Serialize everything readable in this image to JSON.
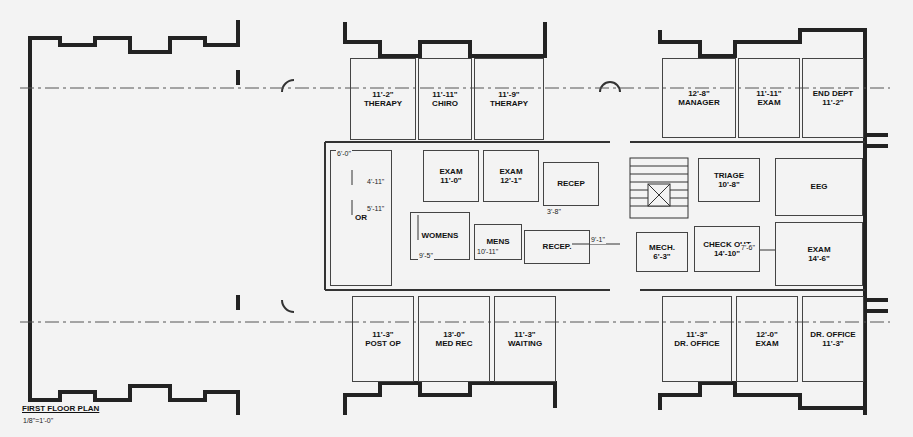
{
  "diagram": {
    "title": "FIRST FLOOR PLAN",
    "nodes": [
      {
        "text": [
          "11'-2\"",
          "THERAPY"
        ]
      },
      {
        "text": [
          "11'-11\"",
          "CHIRO"
        ]
      },
      {
        "text": [
          "11'-9\"",
          "THERAPY"
        ]
      },
      {
        "text": [
          "12'-8\"",
          "MANAGER"
        ]
      },
      {
        "text": [
          "11'-11\"",
          "EXAM"
        ]
      },
      {
        "text": [
          "END DEPT",
          "11'-2\""
        ]
      },
      {
        "text": [
          "EXAM",
          "11'-0\""
        ]
      },
      {
        "text": [
          "EXAM",
          "12'-1\""
        ]
      },
      {
        "text": [
          "RECEP"
        ]
      },
      {
        "text": [
          "TRIAGE",
          "10'-8\""
        ]
      },
      {
        "text": [
          "EEG"
        ]
      },
      {
        "text": [
          "OR"
        ]
      },
      {
        "text": [
          "WOMENS"
        ]
      },
      {
        "text": [
          "MENS"
        ]
      },
      {
        "text": [
          "RECEP."
        ]
      },
      {
        "text": [
          "MECH.",
          "6'-3\""
        ]
      },
      {
        "text": [
          "CHECK OUT",
          "14'-10\""
        ]
      },
      {
        "text": [
          "EXAM",
          "14'-6\""
        ]
      },
      {
        "text": [
          "11'-3\"",
          "POST OP"
        ]
      },
      {
        "text": [
          "13'-0\"",
          "MED REC"
        ]
      },
      {
        "text": [
          "11'-3\"",
          "WAITING"
        ]
      },
      {
        "text": [
          "11'-3\"",
          "DR. OFFICE"
        ]
      },
      {
        "text": [
          "12'-0\"",
          "EXAM"
        ]
      },
      {
        "text": [
          "DR. OFFICE",
          "11'-3\""
        ]
      }
    ],
    "labels": [
      "6'-0\"",
      "4'-11\"",
      "5'-11\"",
      "9'-5\"",
      "10'-11\"",
      "9'-1\"",
      "7'-6\"",
      "3'-8\"",
      "1/8\"=1'-0\""
    ]
  }
}
